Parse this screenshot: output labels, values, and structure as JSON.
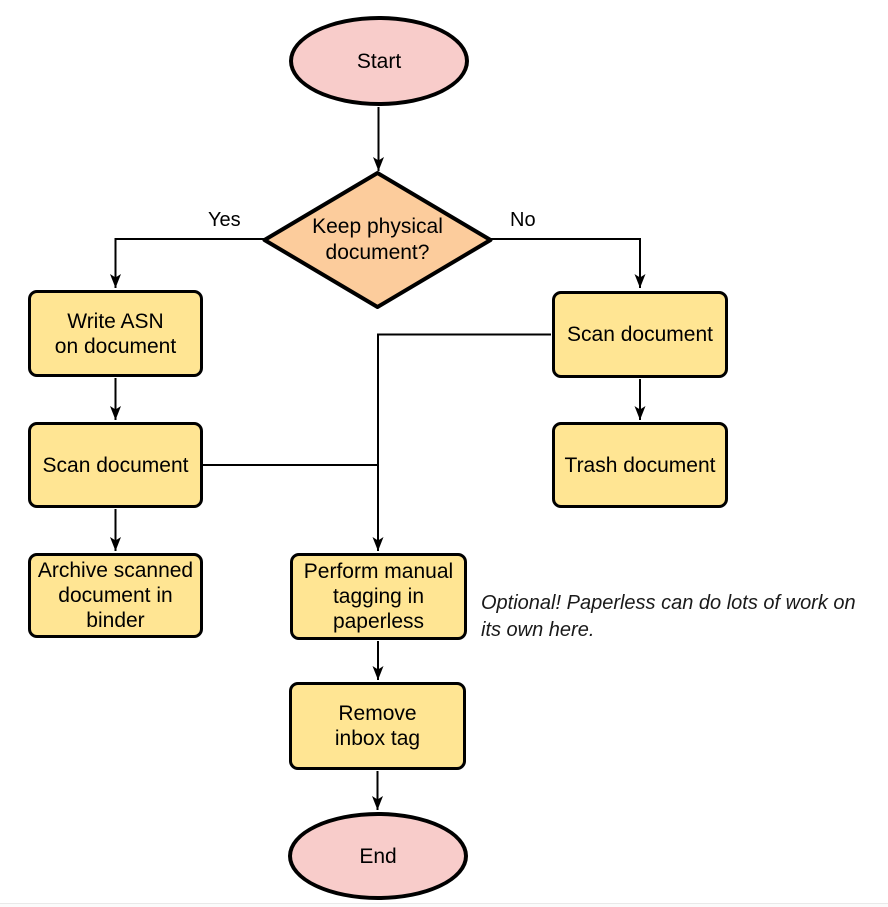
{
  "colors": {
    "terminal_fill": "#F8CCCA",
    "decision_fill": "#FCCC9C",
    "process_fill": "#FFE593",
    "stroke": "#000000",
    "background": "#FFFFFF"
  },
  "nodes": {
    "start": {
      "type": "terminal",
      "label": "Start"
    },
    "decision": {
      "type": "decision",
      "label": "Keep physical\ndocument?"
    },
    "write_asn": {
      "type": "process",
      "label": "Write ASN\non document"
    },
    "scan_left": {
      "type": "process",
      "label": "Scan document"
    },
    "archive": {
      "type": "process",
      "label": "Archive scanned\ndocument in\nbinder"
    },
    "scan_right": {
      "type": "process",
      "label": "Scan document"
    },
    "trash": {
      "type": "process",
      "label": "Trash document"
    },
    "perform_tagging": {
      "type": "process",
      "label": "Perform manual\ntagging in\npaperless"
    },
    "remove_inbox": {
      "type": "process",
      "label": "Remove\ninbox tag"
    },
    "end": {
      "type": "terminal",
      "label": "End"
    }
  },
  "edges": [
    {
      "from": "start",
      "to": "decision",
      "label": ""
    },
    {
      "from": "decision",
      "to": "write_asn",
      "label": "Yes"
    },
    {
      "from": "decision",
      "to": "scan_right",
      "label": "No"
    },
    {
      "from": "write_asn",
      "to": "scan_left",
      "label": ""
    },
    {
      "from": "scan_left",
      "to": "archive",
      "label": ""
    },
    {
      "from": "scan_left",
      "to": "perform_tagging",
      "label": ""
    },
    {
      "from": "scan_right",
      "to": "trash",
      "label": ""
    },
    {
      "from": "scan_right",
      "to": "perform_tagging",
      "label": ""
    },
    {
      "from": "perform_tagging",
      "to": "remove_inbox",
      "label": ""
    },
    {
      "from": "remove_inbox",
      "to": "end",
      "label": ""
    }
  ],
  "annotation": {
    "text": "Optional! Paperless can do lots of work on\nits own here."
  }
}
